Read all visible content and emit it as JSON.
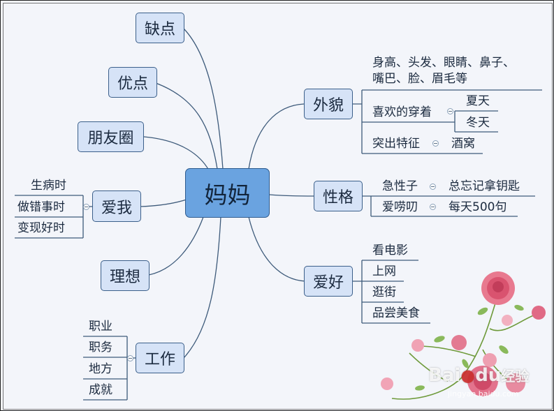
{
  "central": "妈妈",
  "branches_left": {
    "weakness": "缺点",
    "strength": "优点",
    "friends": "朋友圈",
    "love_me": "爱我",
    "ideal": "理想",
    "work": "工作"
  },
  "branches_right": {
    "appearance": "外貌",
    "personality": "性格",
    "hobby": "爱好"
  },
  "love_me_items": [
    "生病时",
    "做错事时",
    "变现好时"
  ],
  "work_items": [
    "职业",
    "职务",
    "地方",
    "成就"
  ],
  "appearance_items": {
    "features": "身高、头发、眼睛、鼻子、嘴巴、脸、眉毛等",
    "features_line1": "身高、头发、眼睛、鼻子、",
    "features_line2": "嘴巴、脸、眉毛等",
    "clothes": "喜欢的穿着",
    "clothes_sub": [
      "夏天",
      "冬天"
    ],
    "outstanding": "突出特征",
    "outstanding_sub": "酒窝"
  },
  "personality_items": [
    {
      "label": "急性子",
      "sub": "总忘记拿钥匙"
    },
    {
      "label": "爱唠叨",
      "sub": "每天500句"
    }
  ],
  "hobby_items": [
    "看电影",
    "上网",
    "逛街",
    "品尝美食"
  ],
  "watermark": {
    "brand": "Bai",
    "brand2": "du",
    "cn": "经验",
    "url": "jingyan.baidu.com"
  },
  "colors": {
    "central": "#6aa3e0",
    "node": "#d6e3f7",
    "border": "#3b5f8a",
    "line": "#3d5a7a",
    "background": "#f3f5fa"
  }
}
